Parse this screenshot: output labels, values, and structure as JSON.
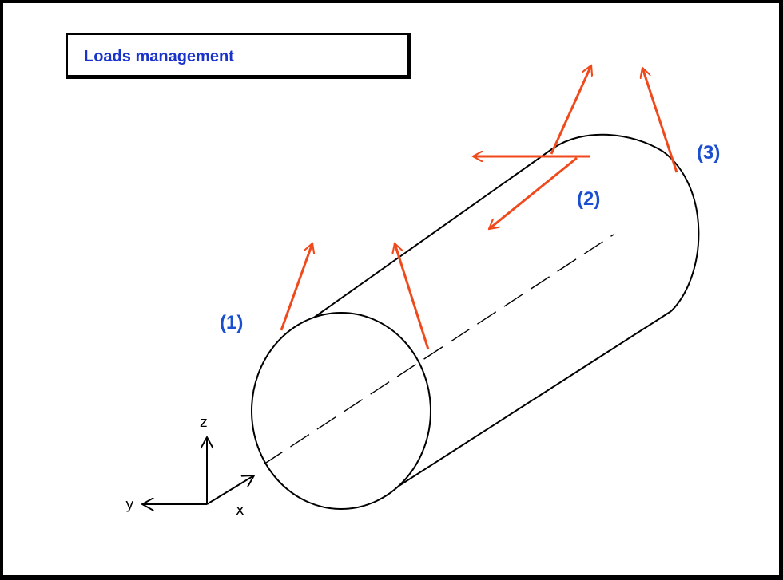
{
  "title": "Loads management",
  "labels": {
    "load_1": "(1)",
    "load_2": "(2)",
    "load_3": "(3)"
  },
  "axes": {
    "x": "x",
    "y": "y",
    "z": "z"
  },
  "colors": {
    "title_text": "#1a33cc",
    "load_label": "#1a4fd0",
    "arrow": "#f04a1c",
    "outline": "#000000"
  }
}
